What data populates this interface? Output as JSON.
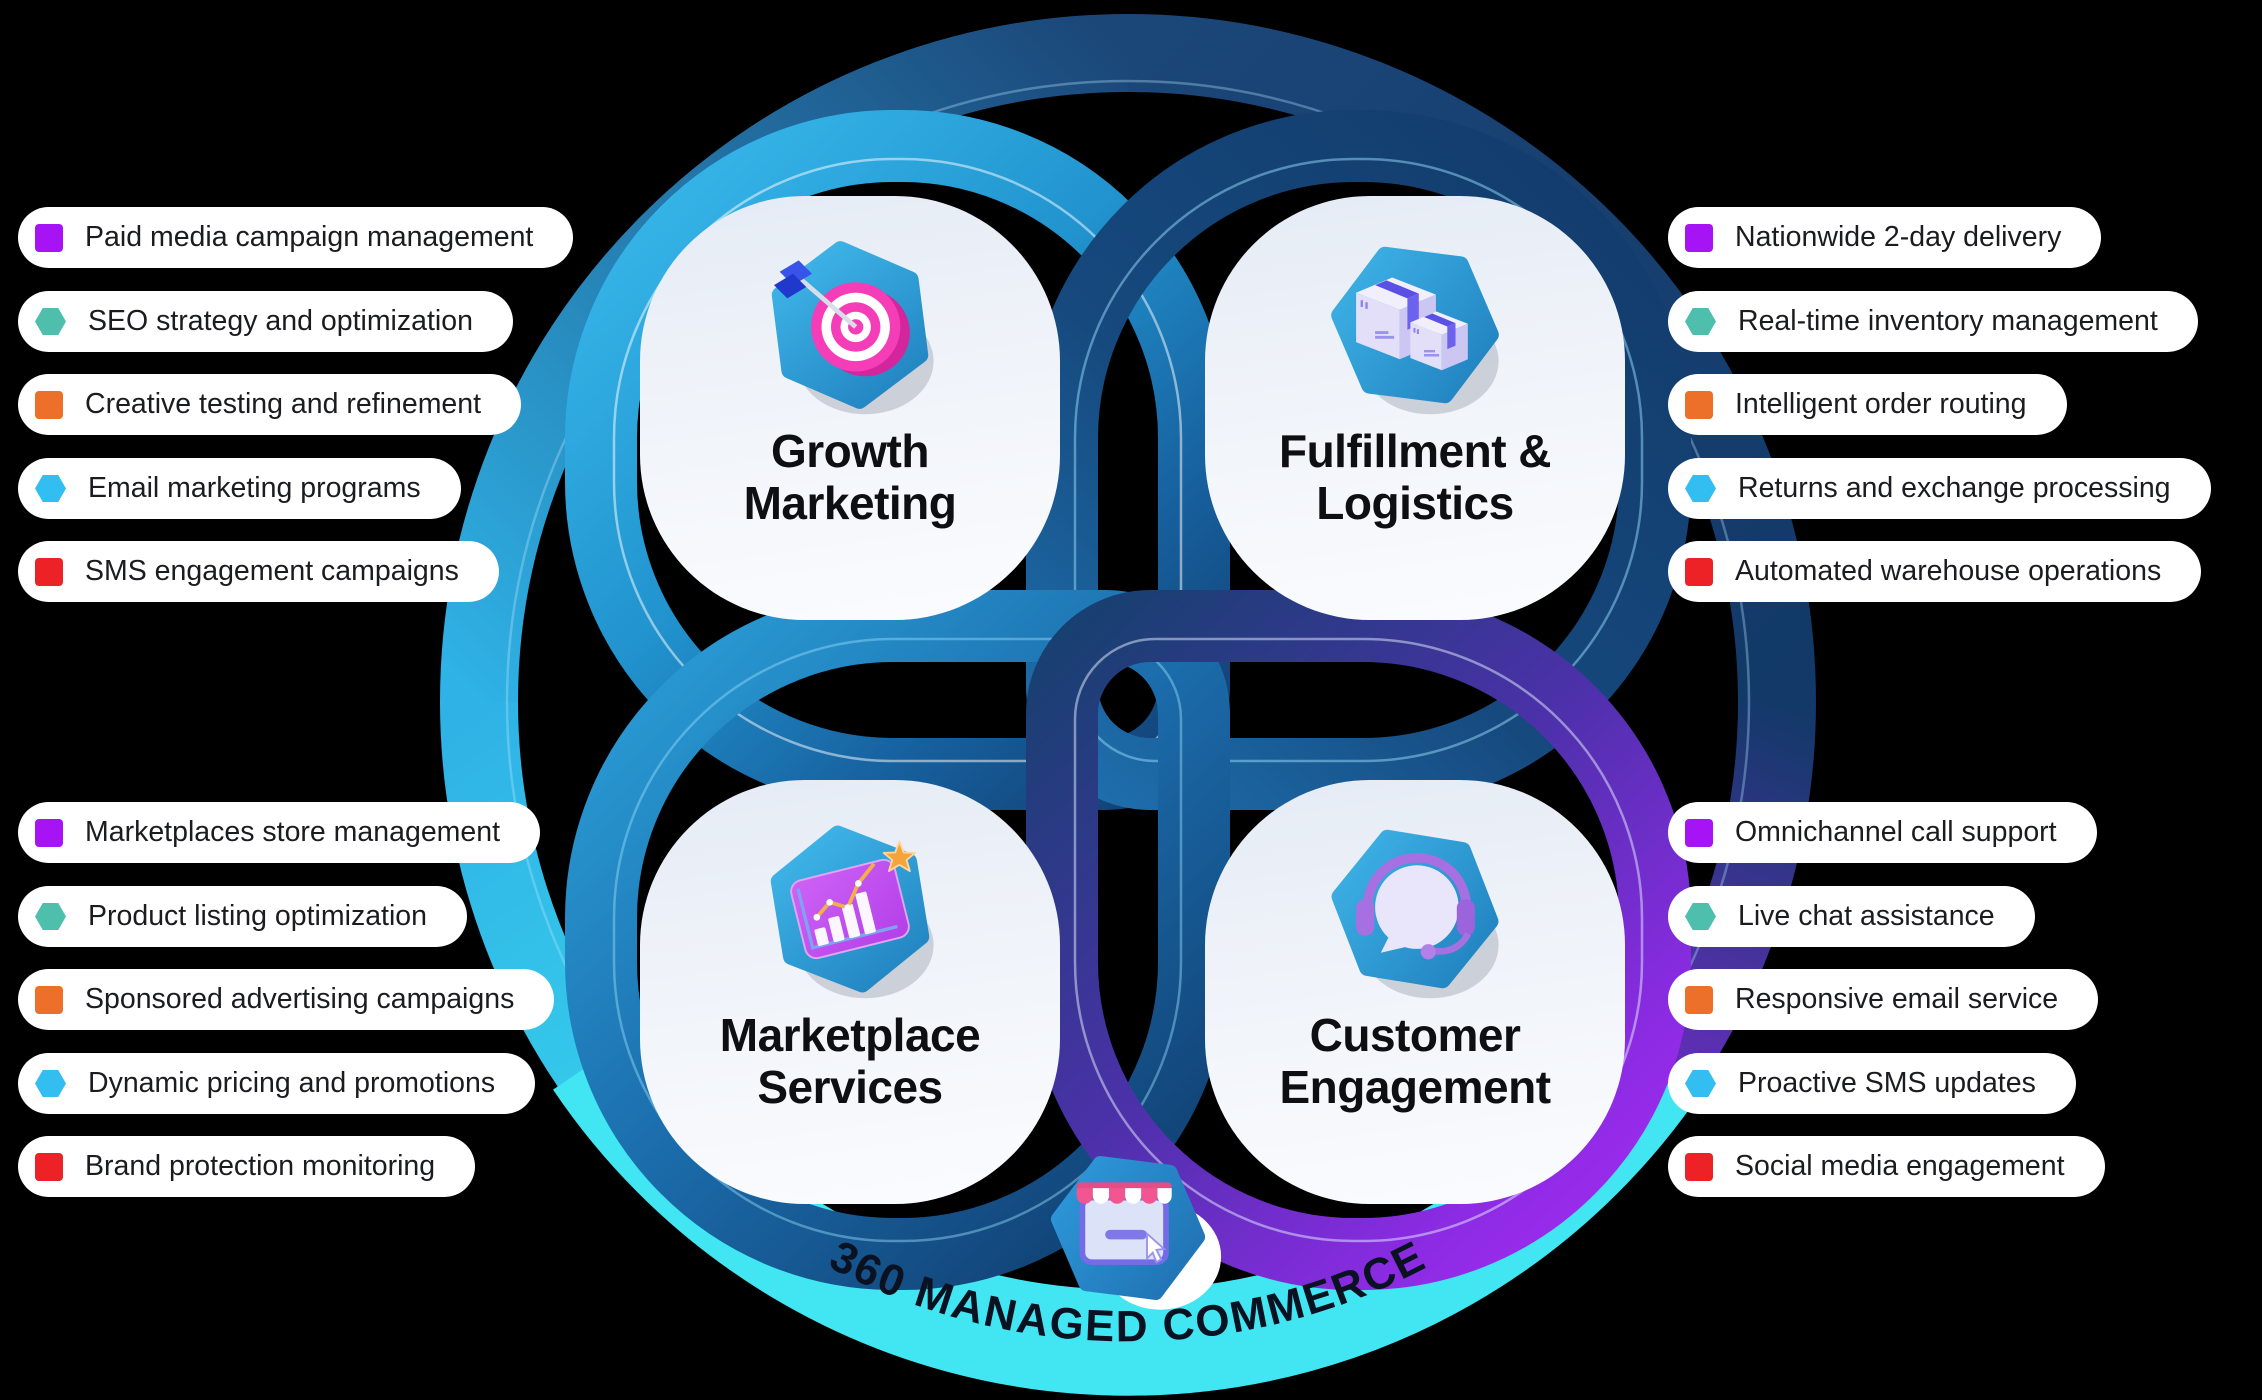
{
  "badge": {
    "text": "360 MANAGED COMMERCE"
  },
  "quadrants": [
    {
      "id": "growth",
      "title": "Growth Marketing",
      "icon": "target-arrow-icon"
    },
    {
      "id": "fulfillment",
      "title": "Fulfillment & Logistics",
      "icon": "shipping-boxes-icon"
    },
    {
      "id": "marketplace",
      "title": "Marketplace Services",
      "icon": "growth-chart-icon"
    },
    {
      "id": "customer",
      "title": "Customer Engagement",
      "icon": "headset-chat-icon"
    }
  ],
  "center_icon": "storefront-cursor-icon",
  "feature_groups": {
    "growth": {
      "position": "top-left",
      "items": [
        {
          "label": "Paid media campaign management",
          "bullet_shape": "square",
          "bullet_color": "#A614F6"
        },
        {
          "label": "SEO strategy and optimization",
          "bullet_shape": "hexagon",
          "bullet_color": "#4FBFAD"
        },
        {
          "label": "Creative testing and refinement",
          "bullet_shape": "square",
          "bullet_color": "#EC7029"
        },
        {
          "label": "Email marketing programs",
          "bullet_shape": "hexagon",
          "bullet_color": "#33BEF2"
        },
        {
          "label": "SMS engagement campaigns",
          "bullet_shape": "square",
          "bullet_color": "#EC2227"
        }
      ]
    },
    "fulfillment": {
      "position": "top-right",
      "items": [
        {
          "label": "Nationwide 2-day delivery",
          "bullet_shape": "square",
          "bullet_color": "#A614F6"
        },
        {
          "label": "Real-time inventory management",
          "bullet_shape": "hexagon",
          "bullet_color": "#4FBFAD"
        },
        {
          "label": "Intelligent order routing",
          "bullet_shape": "square",
          "bullet_color": "#EC7029"
        },
        {
          "label": "Returns and exchange processing",
          "bullet_shape": "hexagon",
          "bullet_color": "#33BEF2"
        },
        {
          "label": "Automated warehouse operations",
          "bullet_shape": "square",
          "bullet_color": "#EC2227"
        }
      ]
    },
    "marketplace": {
      "position": "bottom-left",
      "items": [
        {
          "label": "Marketplaces store management",
          "bullet_shape": "square",
          "bullet_color": "#A614F6"
        },
        {
          "label": "Product listing optimization",
          "bullet_shape": "hexagon",
          "bullet_color": "#4FBFAD"
        },
        {
          "label": "Sponsored advertising campaigns",
          "bullet_shape": "square",
          "bullet_color": "#EC7029"
        },
        {
          "label": "Dynamic pricing and promotions",
          "bullet_shape": "hexagon",
          "bullet_color": "#33BEF2"
        },
        {
          "label": "Brand protection monitoring",
          "bullet_shape": "square",
          "bullet_color": "#EC2227"
        }
      ]
    },
    "customer": {
      "position": "bottom-right",
      "items": [
        {
          "label": "Omnichannel call support",
          "bullet_shape": "square",
          "bullet_color": "#A614F6"
        },
        {
          "label": "Live chat assistance",
          "bullet_shape": "hexagon",
          "bullet_color": "#4FBFAD"
        },
        {
          "label": "Responsive email service",
          "bullet_shape": "square",
          "bullet_color": "#EC7029"
        },
        {
          "label": "Proactive SMS updates",
          "bullet_shape": "hexagon",
          "bullet_color": "#33BEF2"
        },
        {
          "label": "Social media engagement",
          "bullet_shape": "square",
          "bullet_color": "#EC2227"
        }
      ]
    }
  },
  "colors": {
    "background": "#000000",
    "loop_growth_blue": "#35B9EC",
    "loop_fulfillment_navy": "#15406F",
    "loop_marketplace_blue": "#1B6BAA",
    "loop_customer_purple": "#A12BF0",
    "outer_ring_navy": "#1B4678",
    "outer_ring_cyan": "#3ADBEE",
    "band_cyan": "#41E6F2",
    "band_text": "#0A1222",
    "card_background": "#EFF3F9",
    "hex_badge_blue": "#2EA7DD",
    "pill_background": "#FFFFFF",
    "pill_text": "#1B1C20"
  }
}
